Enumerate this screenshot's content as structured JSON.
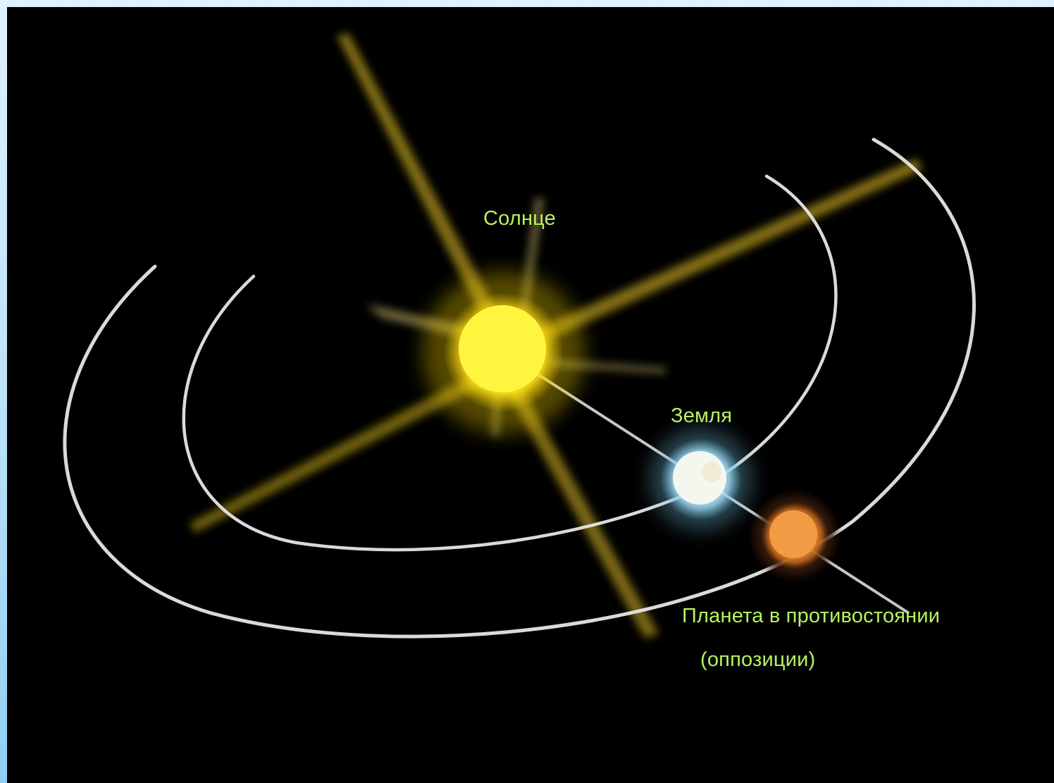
{
  "diagram": {
    "labels": {
      "sun": "Солнце",
      "earth": "Земля",
      "planet": "Планета в противостоянии",
      "planet_note": "(оппозиции)"
    },
    "colors": {
      "background": "#000000",
      "frame": "#bfe3f9",
      "label_text": "#b7f25f",
      "sun": "#fff23a",
      "earth": "#dff4ff",
      "planet": "#f3a04a",
      "orbit": "#e6e6e6"
    }
  }
}
